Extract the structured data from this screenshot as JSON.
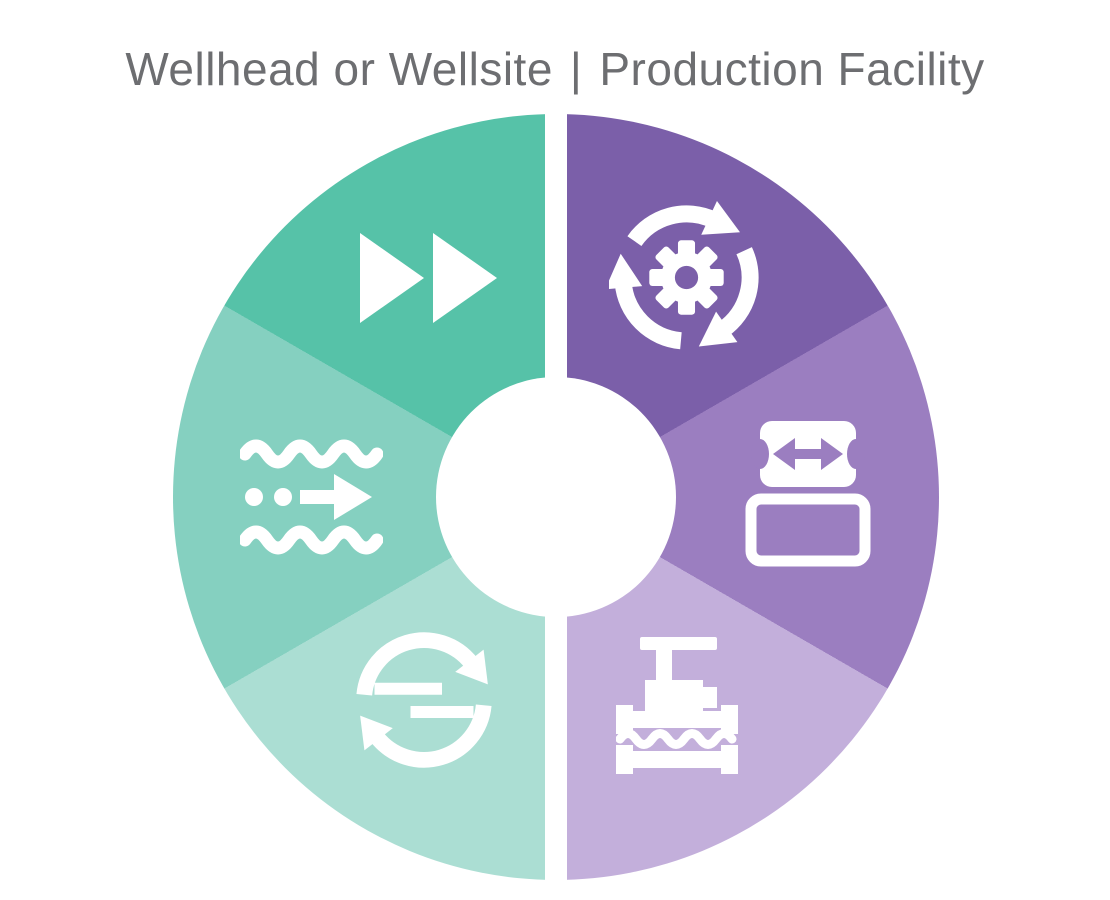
{
  "header": {
    "left_label": "Wellhead or Wellsite",
    "separator": "|",
    "right_label": "Production Facility",
    "text_color": "#6d6e71"
  },
  "wheel": {
    "description": "Six-segment donut process wheel split into two labeled halves by a white divider",
    "icon_color": "#ffffff",
    "segments": [
      {
        "position": "top-right",
        "half": "Production Facility",
        "color": "#7b5fa9",
        "icon": "gear-cycle-arrows-icon"
      },
      {
        "position": "middle-right",
        "half": "Production Facility",
        "color": "#9b7ec0",
        "icon": "tank-width-arrow-icon"
      },
      {
        "position": "bottom-right",
        "half": "Production Facility",
        "color": "#c3afdb",
        "icon": "valve-pipeline-icon"
      },
      {
        "position": "bottom-left",
        "half": "Wellhead or Wellsite",
        "color": "#abded3",
        "icon": "exchange-arrows-icon"
      },
      {
        "position": "middle-left",
        "half": "Wellhead or Wellsite",
        "color": "#85d0c0",
        "icon": "flow-waves-arrow-icon"
      },
      {
        "position": "top-left",
        "half": "Wellhead or Wellsite",
        "color": "#56c2a8",
        "icon": "fast-forward-icon"
      }
    ]
  }
}
